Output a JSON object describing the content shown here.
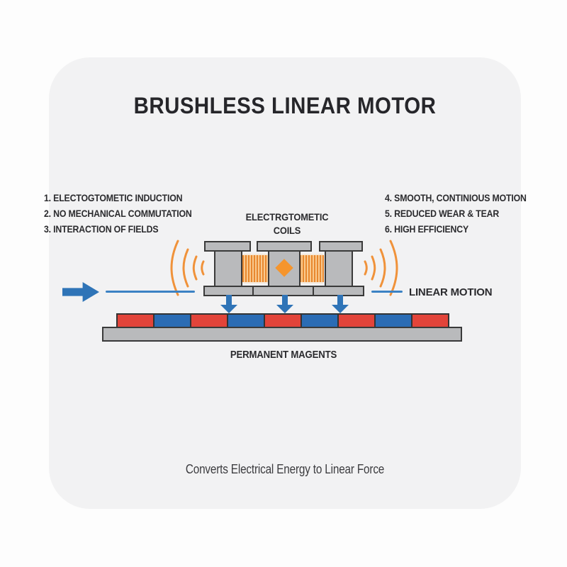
{
  "title": "BRUSHLESS LINEAR MOTOR",
  "features_left": [
    "1. ELECTOGTOMETIC INDUCTION",
    "2. NO MECHANICAL COMMUTATION",
    "3. INTERACTION OF FIELDS"
  ],
  "features_right": [
    "4. SMOOTH, CONTINIOUS MOTION",
    "5. REDUCED WEAR & TEAR",
    "6. HIGH EFFICIENCY"
  ],
  "diagram": {
    "coils_label": {
      "line1": "ELECTRGTOMETIC",
      "line2": "COILS"
    },
    "linear_motion_label": "LINEAR MOTION",
    "magnets_label": "PERMANENT MAGENTS",
    "magnet_sequence": [
      "red",
      "blue",
      "red",
      "blue",
      "red",
      "blue",
      "red",
      "blue",
      "red"
    ]
  },
  "caption": "Converts Electrical Energy to Linear Force",
  "colors": {
    "card_background": "#f2f2f3",
    "metal_gray": "#b9babc",
    "outline": "#3a3a3a",
    "coil_orange": "#f0923a",
    "coil_orange_light": "#f9c98e",
    "arrow_blue": "#2f74b7",
    "magnet_red": "#e2443a",
    "magnet_blue": "#2b6cb4",
    "text": "#28282b"
  }
}
